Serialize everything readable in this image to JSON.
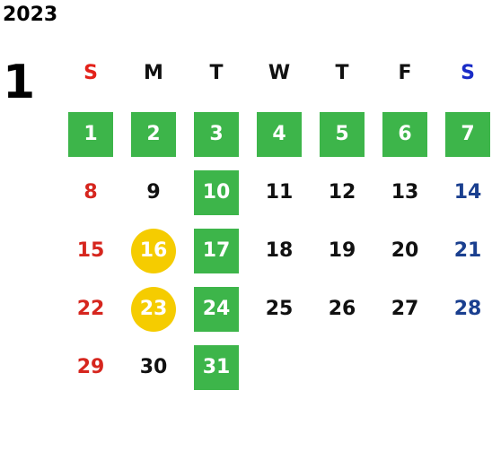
{
  "calendar": {
    "year": "2023",
    "month": "1",
    "weekday_labels": [
      "S",
      "M",
      "T",
      "W",
      "T",
      "F",
      "S"
    ],
    "weeks": [
      [
        {
          "label": "1",
          "style": "green"
        },
        {
          "label": "2",
          "style": "green"
        },
        {
          "label": "3",
          "style": "green"
        },
        {
          "label": "4",
          "style": "green"
        },
        {
          "label": "5",
          "style": "green"
        },
        {
          "label": "6",
          "style": "green"
        },
        {
          "label": "7",
          "style": "green"
        }
      ],
      [
        {
          "label": "8",
          "style": "sun"
        },
        {
          "label": "9",
          "style": "plain"
        },
        {
          "label": "10",
          "style": "green"
        },
        {
          "label": "11",
          "style": "plain"
        },
        {
          "label": "12",
          "style": "plain"
        },
        {
          "label": "13",
          "style": "plain"
        },
        {
          "label": "14",
          "style": "sat"
        }
      ],
      [
        {
          "label": "15",
          "style": "sun"
        },
        {
          "label": "16",
          "style": "yellow"
        },
        {
          "label": "17",
          "style": "green"
        },
        {
          "label": "18",
          "style": "plain"
        },
        {
          "label": "19",
          "style": "plain"
        },
        {
          "label": "20",
          "style": "plain"
        },
        {
          "label": "21",
          "style": "sat"
        }
      ],
      [
        {
          "label": "22",
          "style": "sun"
        },
        {
          "label": "23",
          "style": "yellow"
        },
        {
          "label": "24",
          "style": "green"
        },
        {
          "label": "25",
          "style": "plain"
        },
        {
          "label": "26",
          "style": "plain"
        },
        {
          "label": "27",
          "style": "plain"
        },
        {
          "label": "28",
          "style": "sat"
        }
      ],
      [
        {
          "label": "29",
          "style": "sun"
        },
        {
          "label": "30",
          "style": "plain"
        },
        {
          "label": "31",
          "style": "green"
        }
      ]
    ]
  },
  "colors": {
    "green": "#3db54a",
    "yellow": "#f5cc00",
    "sunday_red": "#d6261e",
    "saturday_blue": "#1a3f8f"
  }
}
